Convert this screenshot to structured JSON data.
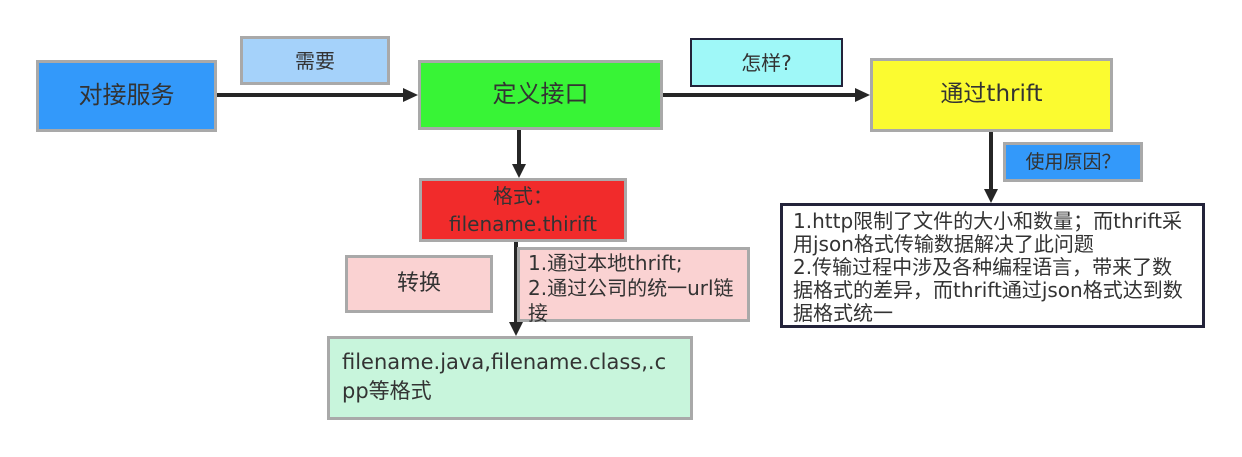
{
  "page": {
    "background": "#ffffff",
    "text_color": "#333333",
    "node_border_gray": "#a9a9a9",
    "node_border_dark": "#23233a",
    "arrow_color": "#262626"
  },
  "nodes": {
    "duijie_fuwu": {
      "label": "对接服务",
      "bg": "#3399fa"
    },
    "xuyao": {
      "label": "需要",
      "bg": "#a5d2fa"
    },
    "dingyi_jiekou": {
      "label": "定义接口",
      "bg": "#38f436"
    },
    "zenyang": {
      "label": "怎样?",
      "bg": "#9ff8f8"
    },
    "tongguo_thrift": {
      "label": "通过thrift",
      "bg": "#fbfb30"
    },
    "shiyong_yuanyin": {
      "label": "使用原因？",
      "bg": "#3399fa"
    },
    "geshi": {
      "label": "格式：\nfilename.thirift",
      "bg": "#f12b2b"
    },
    "zhuanhuan": {
      "label": "转换",
      "bg": "#fad2d2"
    },
    "methods": {
      "label": "1.通过本地thrift;\n2.通过公司的统一url链接",
      "bg": "#fad2d2"
    },
    "outputs": {
      "label": "filename.java,filename.class,.cpp等格式",
      "bg": "#c8f5dc"
    },
    "reasons": {
      "label": "1.http限制了文件的大小和数量；而thrift采用json格式传输数据解决了此问题\n2.传输过程中涉及各种编程语言，带来了数据格式的差异，而thrift通过json格式达到数据格式统一",
      "bg": "#ffffff"
    }
  }
}
